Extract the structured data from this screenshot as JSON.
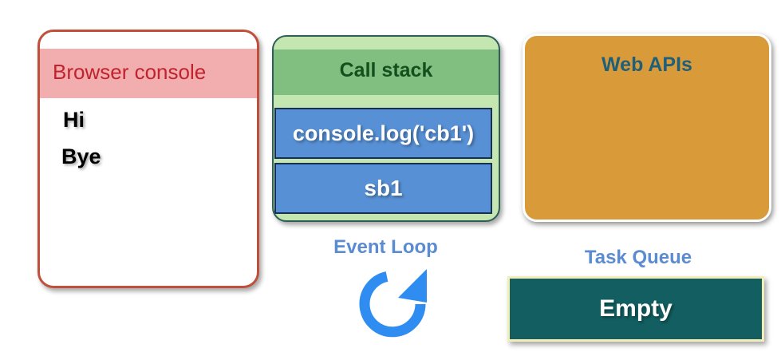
{
  "browser_console": {
    "title": "Browser console",
    "lines": [
      "Hi",
      "Bye"
    ]
  },
  "call_stack": {
    "title": "Call stack",
    "frames": [
      "console.log('cb1')",
      "sb1"
    ]
  },
  "web_apis": {
    "title": "Web APIs"
  },
  "event_loop": {
    "label": "Event Loop",
    "icon": "refresh-icon"
  },
  "task_queue": {
    "label": "Task Queue",
    "content": "Empty"
  },
  "colors": {
    "console_border": "#c0503c",
    "console_header": "#f2aeae",
    "console_title": "#c0232f",
    "stack_bg": "#c4e6b1",
    "stack_header": "#80bf80",
    "stack_frame": "#5790d4",
    "web_apis_bg": "#d99b39",
    "label_blue": "#5b8bd0",
    "task_queue_bg": "#125e60",
    "loop_icon": "#2f8cf0"
  }
}
